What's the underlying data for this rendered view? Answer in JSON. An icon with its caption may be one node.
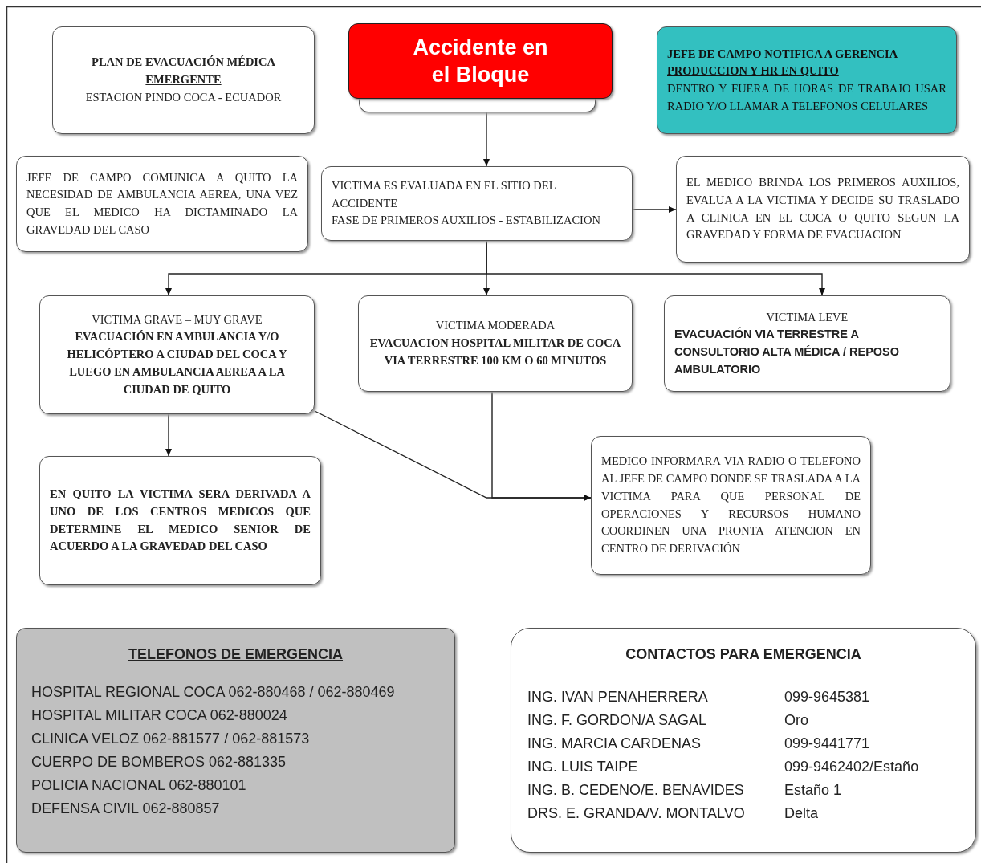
{
  "diagram": {
    "nodes": [
      {
        "text": [
          "PLAN DE EVACUACIÓN MÉDICA EMERGENTE",
          "ESTACION PINDO COCA - ECUADOR"
        ]
      },
      {
        "text": [
          "Accidente en el Bloque"
        ]
      },
      {
        "text": [],
        "shape": "box"
      },
      {
        "text": [
          "JEFE DE CAMPO NOTIFICA A GERENCIA PRODUCCION Y HR EN QUITO",
          "DENTRO Y FUERA DE HORAS DE TRABAJO USAR RADIO Y/O LLAMAR A TELEFONOS CELULARES"
        ]
      },
      {
        "text": [
          "JEFE DE CAMPO COMUNICA A QUITO LA NECESIDAD DE AMBULANCIA AEREA, UNA VEZ QUE EL MEDICO HA DICTAMINADO LA GRAVEDAD DEL CASO"
        ]
      },
      {
        "text": [
          "VICTIMA ES EVALUADA EN EL SITIO DEL ACCIDENTE",
          "FASE DE PRIMEROS AUXILIOS - ESTABILIZACION"
        ]
      },
      {
        "text": [
          "EL MEDICO BRINDA LOS PRIMEROS AUXILIOS, EVALUA A LA VICTIMA Y DECIDE SU TRASLADO A CLINICA EN EL COCA O QUITO SEGUN LA GRAVEDAD Y FORMA DE EVACUACION"
        ]
      },
      {
        "text": [
          "VICTIMA GRAVE – MUY GRAVE",
          "EVACUACIÓN EN AMBULANCIA Y/O HELICÓPTERO A CIUDAD DEL COCA Y LUEGO EN AMBULANCIA AEREA A LA CIUDAD DE QUITO"
        ]
      },
      {
        "text": [
          "VICTIMA MODERADA",
          "EVACUACION HOSPITAL MILITAR DE COCA VIA TERRESTRE 100 KM O 60 MINUTOS"
        ]
      },
      {
        "text": [
          "VICTIMA LEVE",
          "EVACUACIÓN VIA TERRESTRE A CONSULTORIO ALTA MÉDICA / REPOSO AMBULATORIO"
        ]
      },
      {
        "text": [
          "EN QUITO LA VICTIMA SERA DERIVADA A UNO DE LOS CENTROS MEDICOS QUE DETERMINE EL MEDICO SENIOR DE ACUERDO A LA GRAVEDAD DEL CASO"
        ]
      },
      {
        "text": [
          "MEDICO INFORMARA VIA RADIO O TELEFONO AL JEFE DE CAMPO DONDE SE TRASLADA A LA VICTIMA PARA QUE PERSONAL DE OPERACIONES Y RECURSOS HUMANO COORDINEN UNA PRONTA ATENCION EN CENTRO DE DERIVACIÓN"
        ]
      },
      {
        "text": [
          "TELEFONOS DE EMERGENCIA",
          "HOSPITAL REGIONAL COCA 062-880468 / 062-880469",
          "HOSPITAL MILITAR COCA 062-880024",
          "CLINICA VELOZ 062-881577 / 062-881573",
          "CUERPO DE BOMBEROS 062-881335",
          "POLICIA NACIONAL 062-880101",
          "DEFENSA CIVIL 062-880857"
        ]
      },
      {
        "text": [
          "CONTACTOS PARA EMERGENCIA",
          "ING. IVAN PENAHERRERA",
          "099-9645381",
          "ING. F. GORDON/A SAGAL",
          "Oro",
          "ING. MARCIA CARDENAS",
          "099-9441771",
          "ING. LUIS TAIPE",
          "099-9462402/Estaño",
          "ING. B. CEDENO/E. BENAVIDES",
          "Estaño 1",
          "DRS. E. GRANDA/V. MONTALVO",
          "Delta"
        ]
      }
    ],
    "edges": [
      {
        "from": 2,
        "to": 5,
        "arrow": "to"
      },
      {
        "from": 5,
        "to": 6,
        "arrow": "to"
      },
      {
        "from": 5,
        "to": 7,
        "arrow": "to"
      },
      {
        "from": 5,
        "to": 8,
        "arrow": "to"
      },
      {
        "from": 5,
        "to": 9,
        "arrow": "to"
      },
      {
        "from": 7,
        "to": 10,
        "arrow": "to"
      },
      {
        "from": 7,
        "to": 11,
        "arrow": "to"
      },
      {
        "from": 8,
        "to": 11,
        "arrow": "to"
      }
    ]
  }
}
